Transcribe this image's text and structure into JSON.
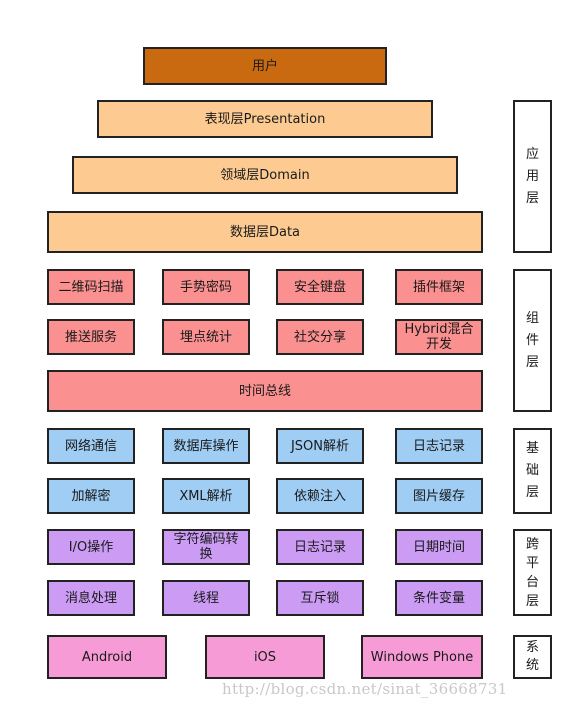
{
  "app_layers": {
    "user": "用户",
    "presentation": "表现层Presentation",
    "domain": "领域层Domain",
    "data": "数据层Data"
  },
  "component_layer": {
    "row1": [
      "二维码扫描",
      "手势密码",
      "安全键盘",
      "插件框架"
    ],
    "row2": [
      "推送服务",
      "埋点统计",
      "社交分享",
      "Hybrid混合开发"
    ],
    "bus": "时间总线"
  },
  "base_layer": {
    "row1": [
      "网络通信",
      "数据库操作",
      "JSON解析",
      "日志记录"
    ],
    "row2": [
      "加解密",
      "XML解析",
      "依赖注入",
      "图片缓存"
    ]
  },
  "platform_layer": {
    "row1": [
      "I/O操作",
      "字符编码转换",
      "日志记录",
      "日期时间"
    ],
    "row2": [
      "消息处理",
      "线程",
      "互斥锁",
      "条件变量"
    ]
  },
  "system_layer": [
    "Android",
    "iOS",
    "Windows Phone"
  ],
  "side_labels": {
    "app": [
      "应",
      "用",
      "层"
    ],
    "component": [
      "组",
      "件",
      "层"
    ],
    "base": [
      "基",
      "础",
      "层"
    ],
    "platform": [
      "跨",
      "平",
      "台",
      "层"
    ],
    "system": [
      "系",
      "统"
    ]
  },
  "colors": {
    "user": "#c96a10",
    "application": "#fdcb92",
    "component": "#fa9090",
    "base": "#9fcdf4",
    "platform": "#cc9cf5",
    "system": "#f79bd7"
  },
  "watermark": "http://blog.csdn.net/sinat_36668731"
}
